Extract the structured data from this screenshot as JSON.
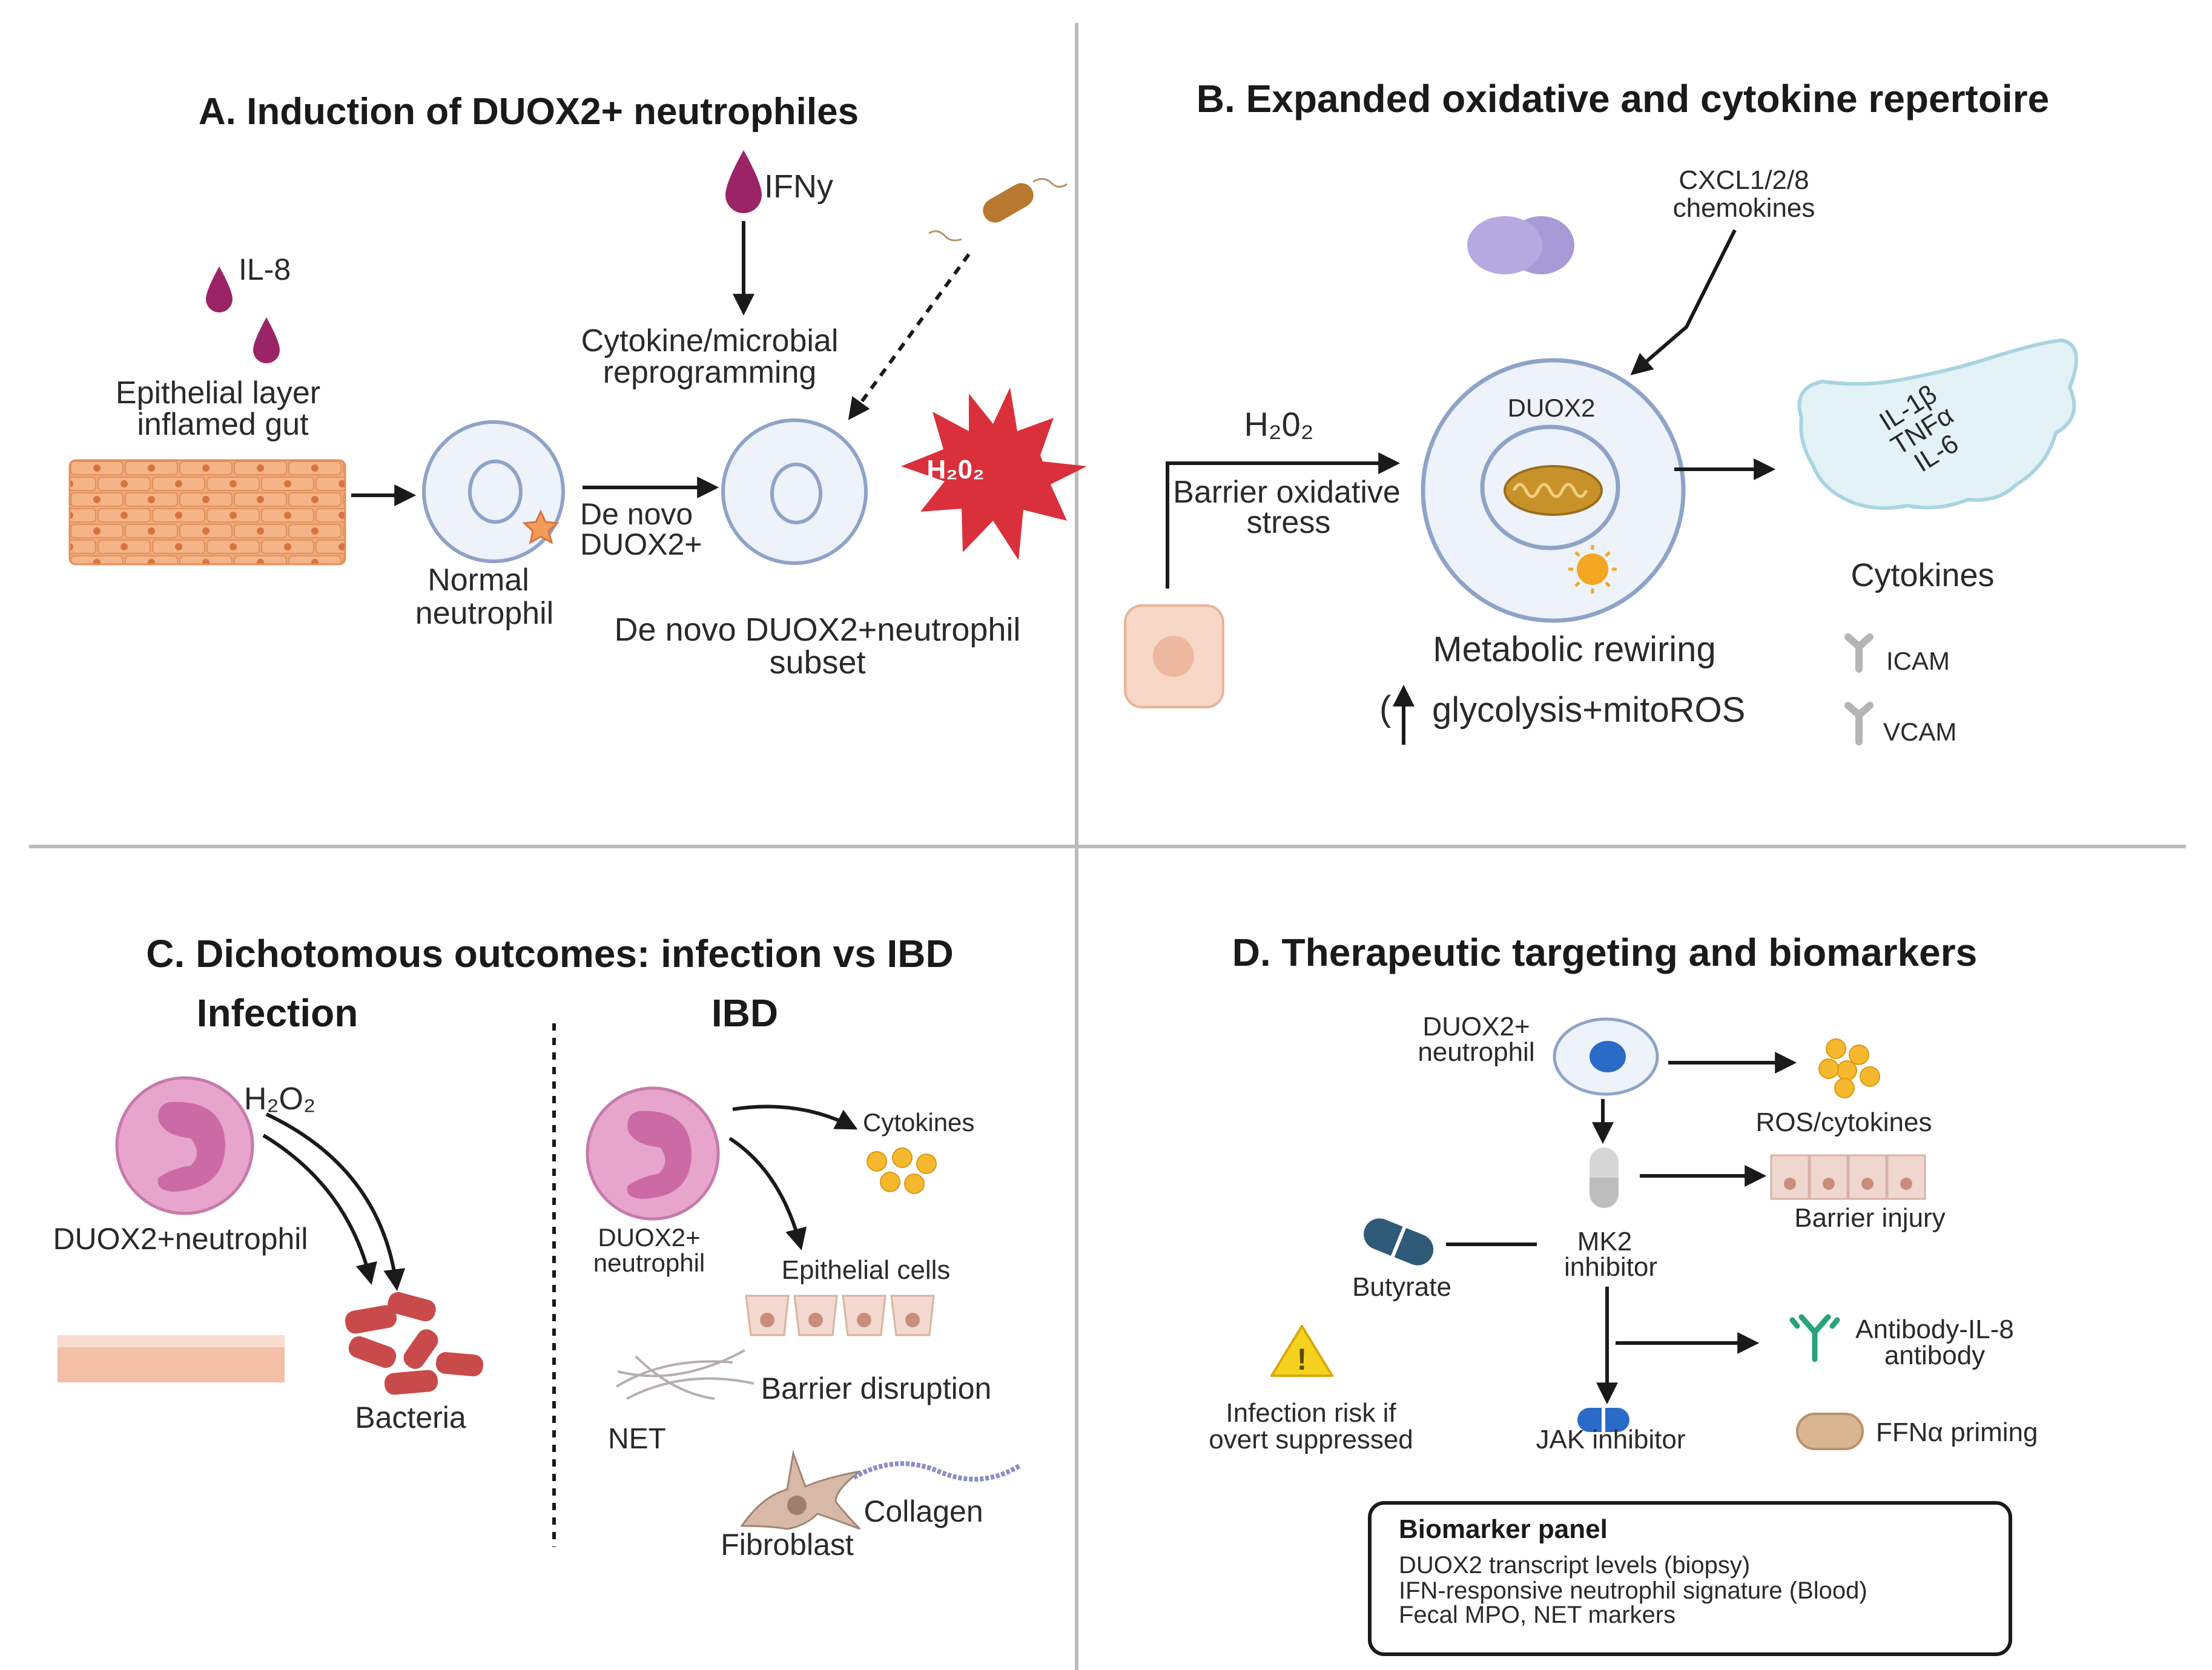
{
  "panel_a": {
    "title": "A. Induction of DUOX2+ neutrophiles",
    "il8": "IL-8",
    "ifny": "IFNy",
    "epithelial_1": "Epithelial layer",
    "epithelial_2": "inflamed gut",
    "reprog_1": "Cytokine/microbial",
    "reprog_2": "reprogramming",
    "normal_1": "Normal",
    "normal_2": "neutrophil",
    "denovo_1": "De novo",
    "denovo_2": "DUOX2+",
    "subset_1": "De novo DUOX2+neutrophil",
    "subset_2": "subset",
    "h2o2": "H₂0₂"
  },
  "panel_b": {
    "title": "B. Expanded oxidative and cytokine repertoire",
    "cxcl": "CXCL1/2/8",
    "chemokines": "chemokines",
    "h2o2": "H₂0₂",
    "barrier_1": "Barrier oxidative",
    "barrier_2": "stress",
    "duox2": "DUOX2",
    "il1b": "IL-1β",
    "tnfa": "TNFα",
    "il6": "IL-6",
    "cytokines": "Cytokines",
    "metabolic": "Metabolic rewiring",
    "glyco_paren": "(",
    "glycolysis": "glycolysis+mitoROS",
    "icam": "ICAM",
    "vcam": "VCAM"
  },
  "panel_c": {
    "title": "C. Dichotomous outcomes: infection vs IBD",
    "infection": "Infection",
    "ibd": "IBD",
    "h2o2": "H₂O₂",
    "duox_neut": "DUOX2+neutrophil",
    "bacteria": "Bacteria",
    "cytokines": "Cytokines",
    "duox_1": "DUOX2+",
    "duox_2": "neutrophil",
    "epithelial": "Epithelial cells",
    "barrier": "Barrier disruption",
    "net": "NET",
    "collagen": "Collagen",
    "fibroblast": "Fibroblast"
  },
  "panel_d": {
    "title": "D. Therapeutic targeting and biomarkers",
    "duox_1": "DUOX2+",
    "duox_2": "neutrophil",
    "ros": "ROS/cytokines",
    "barrier": "Barrier injury",
    "butyrate": "Butyrate",
    "mk2_1": "MK2",
    "mk2_2": "inhibitor",
    "risk_1": "Infection risk if",
    "risk_2": "overt suppressed",
    "jak": "JAK inhibitor",
    "ab_1": "Antibody-IL-8",
    "ab_2": "antibody",
    "ffn": "FFNα priming",
    "biomarker_title": "Biomarker panel",
    "biomarker_1": "DUOX2 transcript levels (biopsy)",
    "biomarker_2": "IFN-responsive neutrophil signature (Blood)",
    "biomarker_3": "Fecal MPO, NET markers"
  },
  "colors": {
    "droplet": "#9b2466",
    "epithelium": "#f2a877",
    "cell_ring": "#8fa3c8",
    "star": "#d9303c",
    "neutrophil": "#e7a5cc",
    "bacteria": "#c94a4a",
    "cytokine_dot": "#f5b82e",
    "mitochondria": "#c8922b",
    "antibody": "#2aa27a",
    "divider": "#bbbbbb"
  }
}
